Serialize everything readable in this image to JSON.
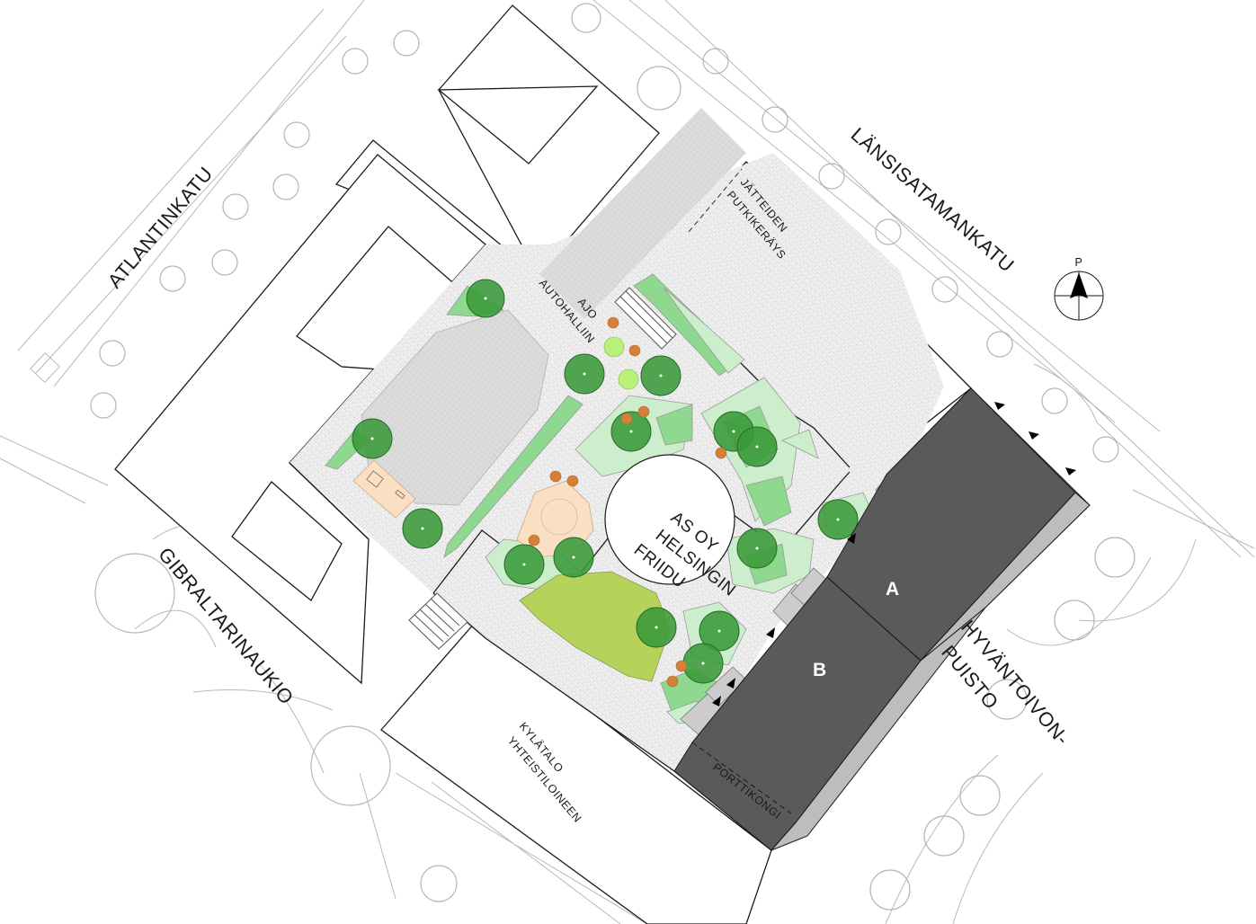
{
  "streets": {
    "atlantinkatu": "ATLANTINKATU",
    "lansisatamankatu": "LÄNSISATAMANKATU",
    "gibraltarinaukio": "GIBRALTARINAUKIO",
    "park_line1": "HYVÄNTOIVON-",
    "park_line2": "PUISTO"
  },
  "annotations": {
    "parking_line1": "AJO",
    "parking_line2": "AUTOHALLIIN",
    "waste_line1": "JÄTTEIDEN",
    "waste_line2": "PUTKIKERÄYS",
    "village_line1": "KYLÄTALO",
    "village_line2": "YHTEISTILOINEEN",
    "gateway": "PORTTIKONGI"
  },
  "courtyard_title": {
    "line1": "AS OY",
    "line2": "HELSINGIN",
    "line3": "FRIIDU"
  },
  "buildings": {
    "a": "A",
    "b": "B"
  },
  "north_arrow": {
    "label": "P"
  },
  "colors": {
    "building_dark": "#5a5a5a",
    "building_edge": "#bdbdbd",
    "tree": "#3a9a3a",
    "planting": "#8fd88f",
    "planting_light": "#cdeecd",
    "lawn": "#b5d35a",
    "sand": "#fbdfc2",
    "shrub_orange": "#d4803a",
    "shrub_lime": "#b8f07a",
    "paving": "#e9e9e9"
  }
}
